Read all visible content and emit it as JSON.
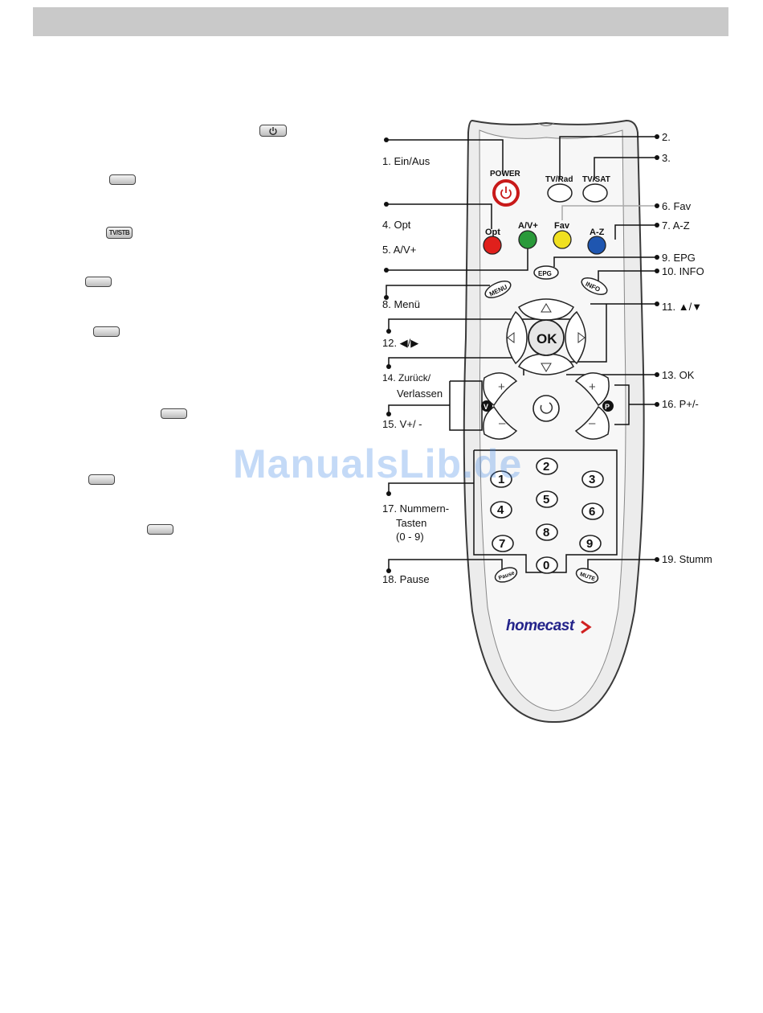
{
  "left_buttons": {
    "power_icon": "power-icon",
    "tvstb": "TV/STB"
  },
  "remote": {
    "brand": "homecast",
    "buttons": {
      "power": "POWER",
      "tv_rad": "TV/Rad",
      "tv_sat": "TV/SAT",
      "opt": "Opt",
      "av": "A/V+",
      "fav": "Fav",
      "az": "A-Z",
      "epg": "EPG",
      "menu": "MENU",
      "info": "INFO",
      "ok": "OK",
      "v": "V",
      "p": "P",
      "pause": "Pause",
      "mute": "MUTE",
      "digits": [
        "1",
        "2",
        "3",
        "4",
        "5",
        "6",
        "7",
        "8",
        "9",
        "0"
      ]
    },
    "colors": {
      "red": "#e0201c",
      "green": "#2a9a3a",
      "yellow": "#f0e020",
      "blue": "#1f56b0",
      "power_ring": "#c81a1a"
    }
  },
  "callouts": {
    "c1": "1. Ein/Aus",
    "c2": "2.",
    "c3": "3.",
    "c4": "4. Opt",
    "c5": "5. A/V+",
    "c6": "6. Fav",
    "c7": "7. A-Z",
    "c8": "8. Menü",
    "c9": "9. EPG",
    "c10": "10. INFO",
    "c11": "11. ▲/▼",
    "c12": "12. ◀/▶",
    "c13": "13. OK",
    "c14a": "14. Zurück/",
    "c14b": "Verlassen",
    "c15": "15. V+/ -",
    "c16": "16. P+/-",
    "c17a": "17. Nummern-",
    "c17b": "Tasten",
    "c17c": "(0 - 9)",
    "c18": "18. Pause",
    "c19": "19. Stumm"
  },
  "watermark": "ManualsLib.de"
}
